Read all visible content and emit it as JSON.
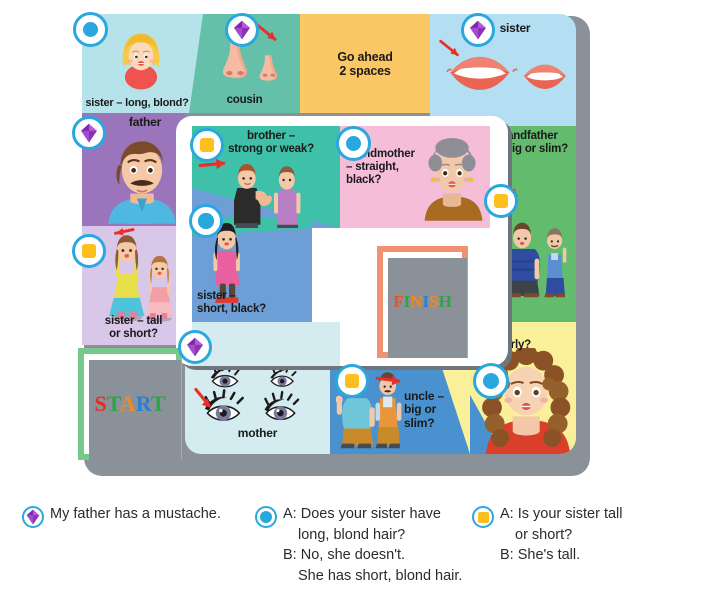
{
  "board": {
    "tiles": [
      {
        "id": "sister-long-blond",
        "label": "sister – long, blond?",
        "color": "#b6e3ea",
        "art": "girl-blond-face"
      },
      {
        "id": "cousin",
        "label": "cousin",
        "color": "#64c0a8",
        "art": "two-noses"
      },
      {
        "id": "go-ahead",
        "label": "Go ahead\n2 spaces",
        "color": "#fbc765",
        "art": "none"
      },
      {
        "id": "sister-lips",
        "label": "sister",
        "color": "#b4dff3",
        "art": "two-lips"
      },
      {
        "id": "father",
        "label": "father",
        "color": "#9b75bb",
        "art": "man-mustache"
      },
      {
        "id": "sister-tall-short",
        "label": "sister – tall\nor short?",
        "color": "#d8c7e8",
        "art": "two-girls-heights"
      },
      {
        "id": "brother-strong-weak",
        "label": "brother –\nstrong or weak?",
        "color": "#3fc0a8",
        "art": "two-men-strength"
      },
      {
        "id": "sister-short-black",
        "label": "sister –\nshort, black?",
        "color": "#6d9fd6",
        "art": "girl-black-hair"
      },
      {
        "id": "grandmother",
        "label": "grandmother\n– straight,\nblack?",
        "color": "#f6bdd8",
        "art": "old-woman"
      },
      {
        "id": "grandfather",
        "label": "grandfather\n– big or slim?",
        "color": "#63bc6e",
        "art": "two-men-sizes"
      },
      {
        "id": "mother-curly",
        "label": "mother\n– long, curly?",
        "color": "#fbf09a",
        "art": "woman-curly-hair"
      },
      {
        "id": "mother-eyes",
        "label": "mother",
        "color": "#d4ecef",
        "art": "four-eyes"
      },
      {
        "id": "uncle",
        "label": "uncle –\nbig or slim?",
        "color": "#4a92cf",
        "art": "two-men-uncle"
      }
    ],
    "start_card": {
      "word": "START",
      "letters": [
        {
          "ch": "S",
          "color": "#e03020"
        },
        {
          "ch": "T",
          "color": "#31a14a"
        },
        {
          "ch": "A",
          "color": "#f08a22"
        },
        {
          "ch": "R",
          "color": "#2a7fd4"
        },
        {
          "ch": "T",
          "color": "#31a14a"
        }
      ],
      "border_color": "#77c98b"
    },
    "finish_card": {
      "word": "FINISH",
      "letters": [
        {
          "ch": "F",
          "color": "#e8502e"
        },
        {
          "ch": "I",
          "color": "#31a14a"
        },
        {
          "ch": "N",
          "color": "#f08a22"
        },
        {
          "ch": "I",
          "color": "#2a7fd4"
        },
        {
          "ch": "S",
          "color": "#f08a22"
        },
        {
          "ch": "H",
          "color": "#31a14a"
        }
      ],
      "border_color": "#f09272"
    },
    "token_types": {
      "gem": "gem-token",
      "circle": "blue-circle-token",
      "square": "yellow-square-token"
    },
    "colors": {
      "token_ring": "#29a8e0",
      "token_blue": "#29a8e0",
      "token_yellow": "#fcbf1e",
      "token_gem": "#8c3fb5",
      "board_shadow": "#8b9198",
      "arrow_red": "#e8302a"
    }
  },
  "legend": {
    "items": [
      {
        "token": "gem",
        "lines": [
          {
            "text": "My father has a mustache.",
            "indent": false
          }
        ]
      },
      {
        "token": "circle",
        "lines": [
          {
            "text": "A: Does your sister have",
            "indent": false
          },
          {
            "text": "long, blond hair?",
            "indent": true
          },
          {
            "text": "B: No, she doesn't.",
            "indent": false
          },
          {
            "text": "She has short, blond hair.",
            "indent": true
          }
        ]
      },
      {
        "token": "square",
        "lines": [
          {
            "text": "A: Is your sister tall",
            "indent": false
          },
          {
            "text": "or short?",
            "indent": true
          },
          {
            "text": "B: She's tall.",
            "indent": false
          }
        ]
      }
    ]
  }
}
